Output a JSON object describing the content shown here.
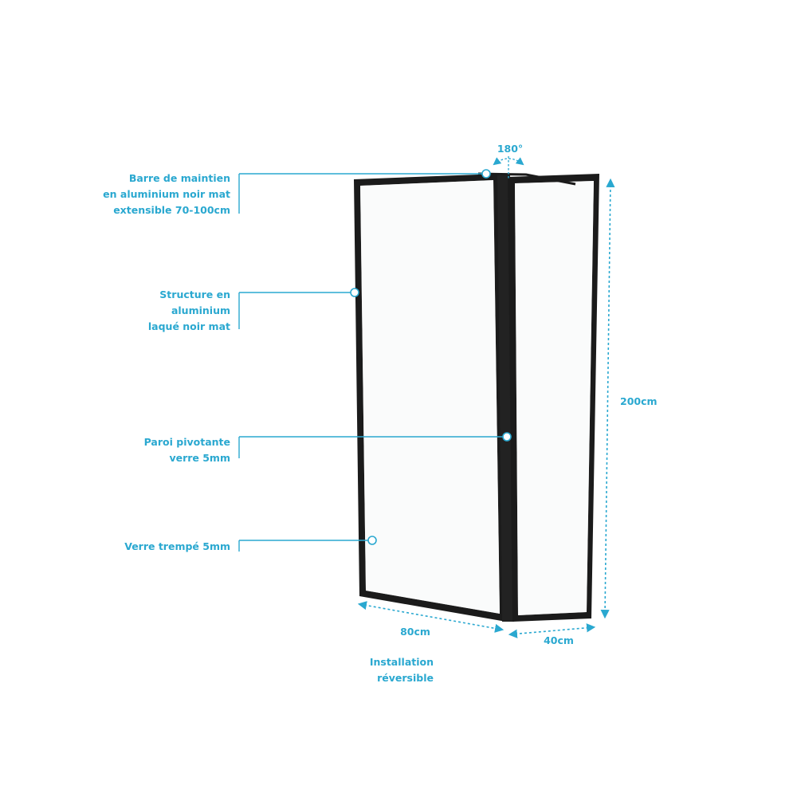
{
  "colors": {
    "accent": "#2aa8d0",
    "frame": "#1b1b1b"
  },
  "callouts": [
    {
      "id": "barre",
      "lines": [
        "Barre de maintien",
        "en aluminium noir mat",
        "extensible 70-100cm"
      ]
    },
    {
      "id": "structure",
      "lines": [
        "Structure en",
        "aluminium",
        "laqué noir mat"
      ]
    },
    {
      "id": "paroi",
      "lines": [
        "Paroi pivotante",
        "verre 5mm"
      ]
    },
    {
      "id": "verre",
      "lines": [
        "Verre trempé 5mm"
      ]
    }
  ],
  "dimensions": {
    "rotation": "180°",
    "height": "200cm",
    "width_main": "80cm",
    "width_pivot": "40cm"
  },
  "note": [
    "Installation",
    "réversible"
  ]
}
